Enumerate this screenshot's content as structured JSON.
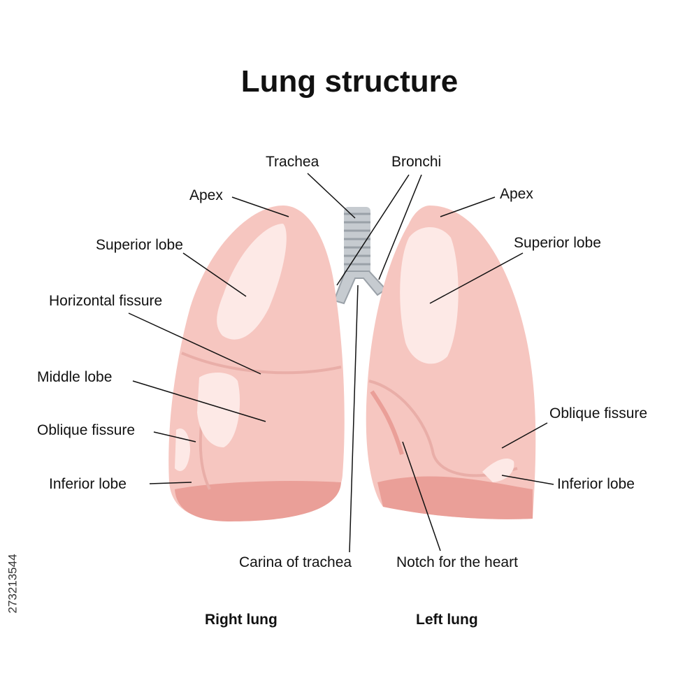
{
  "title": "Lung structure",
  "labels": {
    "trachea": "Trachea",
    "bronchi": "Bronchi",
    "apex_right": "Apex",
    "apex_left": "Apex",
    "superior_lobe_right": "Superior lobe",
    "superior_lobe_left": "Superior lobe",
    "horizontal_fissure": "Horizontal fissure",
    "middle_lobe": "Middle lobe",
    "oblique_fissure_right": "Oblique fissure",
    "oblique_fissure_left": "Oblique fissure",
    "inferior_lobe_right": "Inferior lobe",
    "inferior_lobe_left": "Inferior lobe",
    "carina": "Carina of trachea",
    "notch": "Notch for the heart"
  },
  "captions": {
    "right_lung": "Right lung",
    "left_lung": "Left lung"
  },
  "stock_id": "273213544",
  "colors": {
    "lung_base": "#f6c6c0",
    "lung_light": "#fad6d1",
    "lung_shadow": "#ea9f98",
    "highlight": "#fde9e6",
    "trachea": "#c6cbd0",
    "trachea_dark": "#9aa1a8",
    "line": "#111111"
  }
}
